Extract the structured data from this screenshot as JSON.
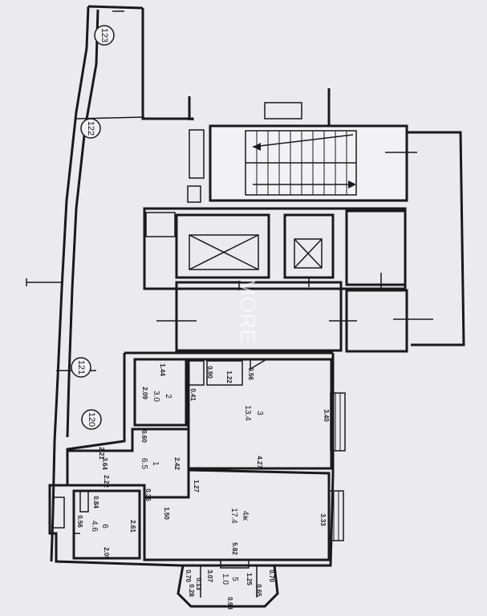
{
  "axis_markers": [
    "123",
    "122",
    "121",
    "120"
  ],
  "watermark": "MORE",
  "rooms": [
    {
      "number": "1",
      "area": "6.5"
    },
    {
      "number": "2",
      "area": "3.0"
    },
    {
      "number": "3",
      "area": "13.4"
    },
    {
      "number": "4ж",
      "area": "17.4"
    },
    {
      "number": "5",
      "area": "1.0"
    },
    {
      "number": "6",
      "area": "4.6"
    }
  ],
  "dimensions": {
    "d1_44": "1.44",
    "d2_09": "2.09",
    "d0_41": "0.41",
    "d0_90": "0.90",
    "d1_22": "1.22",
    "d0_56a": "0.56",
    "d3_40": "3.40",
    "d0_60": "0.60",
    "d2_21": "2.21",
    "d3_64": "3.64",
    "d2_42": "2.42",
    "d4_27": "4.27",
    "d2_22": "2.22",
    "d0_84": "0.84",
    "d0_36": "0.36",
    "d1_27": "1.27",
    "d1_50": "1.50",
    "d3_33": "3.33",
    "d0_56b": "0.56",
    "d2_61": "2.61",
    "d2_05": "2.05",
    "d5_82": "5.82",
    "d3_07": "3.07",
    "d0_70a": "0.70",
    "d0_70b": "0.70",
    "d0_13": "0.13",
    "d1_25": "1.25",
    "d0_28": "0.28",
    "d0_65": "0.65",
    "d0_98": "0.98"
  }
}
